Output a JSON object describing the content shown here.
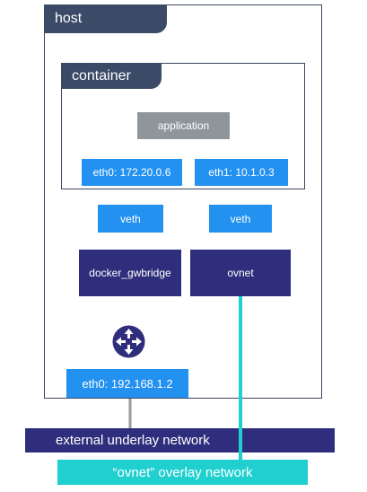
{
  "host": {
    "label": "host"
  },
  "container": {
    "label": "container"
  },
  "nodes": {
    "application": "application",
    "container_eth0": "eth0: 172.20.0.6",
    "container_eth1": "eth1: 10.1.0.3",
    "veth_left": "veth",
    "veth_right": "veth",
    "docker_gwbridge": "docker_gwbridge",
    "ovnet": "ovnet",
    "host_eth0": "eth0: 192.168.1.2"
  },
  "networks": {
    "underlay": "external underlay network",
    "overlay": "“ovnet” overlay network"
  },
  "icons": {
    "router": "router-icon"
  },
  "colors": {
    "host_tab": "#3b4a67",
    "interface_blue": "#2391f0",
    "application_gray": "#8e969c",
    "bridge_navy": "#2f2e7c",
    "overlay_cyan": "#1fd0cf",
    "connector_gray": "#9a9a9a"
  }
}
